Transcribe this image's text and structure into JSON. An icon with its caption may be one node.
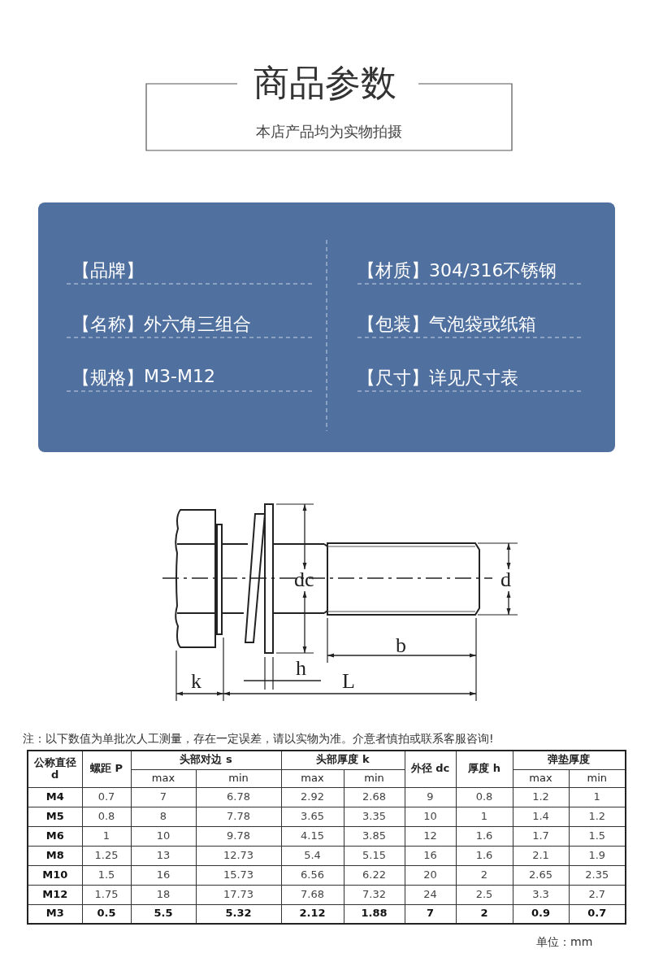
{
  "diagram": {
    "title": "商品参数",
    "labels": [
      "本店产品均为实物拍摄",
      "【品牌】",
      "【材质】",
      "304/316不锈钢",
      "【名称】",
      "外六角三组合",
      "【包装】",
      "气泡袋或纸箱",
      "【规格】",
      "M3-M12",
      "【尺寸】",
      "详见尺寸表",
      "dc",
      "d",
      "b",
      "h",
      "k",
      "L",
      "注：以下数值为单批次人工测量，存在一定误差，请以实物为准。介意者慎拍或联系客服咨询!",
      "公称直径 d",
      "螺距 P",
      "头部对边 s",
      "头部厚度 k",
      "外径 dc",
      "厚度 h",
      "弹垫厚度",
      "max",
      "min",
      "max",
      "min",
      "max",
      "min",
      "M4",
      "0.7",
      "7",
      "6.78",
      "2.92",
      "2.68",
      "9",
      "0.8",
      "1.2",
      "1",
      "M5",
      "0.8",
      "8",
      "7.78",
      "3.65",
      "3.35",
      "10",
      "1",
      "1.4",
      "1.2",
      "M6",
      "1",
      "10",
      "9.78",
      "4.15",
      "3.85",
      "12",
      "1.6",
      "1.7",
      "1.5",
      "M8",
      "1.25",
      "13",
      "12.73",
      "5.4",
      "5.15",
      "16",
      "1.6",
      "2.1",
      "1.9",
      "M10",
      "1.5",
      "16",
      "15.73",
      "6.56",
      "6.22",
      "20",
      "2",
      "2.65",
      "2.35",
      "M12",
      "1.75",
      "18",
      "17.73",
      "7.68",
      "7.32",
      "24",
      "2.5",
      "3.3",
      "2.7",
      "M3",
      "0.5",
      "5.5",
      "5.32",
      "2.12",
      "1.88",
      "7",
      "2",
      "0.9",
      "0.7",
      "单位：mm"
    ]
  }
}
